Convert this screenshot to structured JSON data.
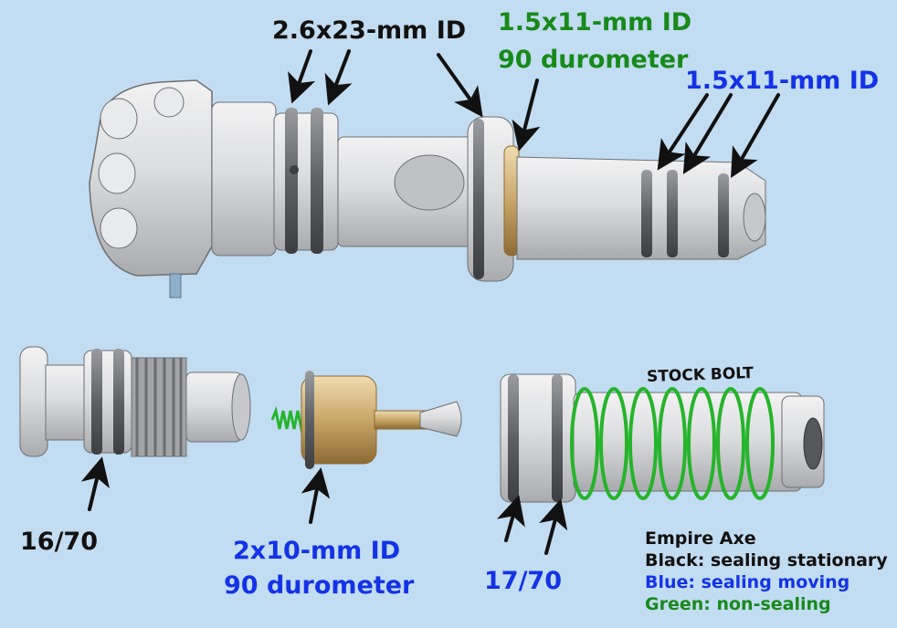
{
  "labels": {
    "top_black": "2.6x23-mm ID",
    "top_green_line1": "1.5x11-mm ID",
    "top_green_line2": "90 durometer",
    "top_blue": "1.5x11-mm ID",
    "left_black": "16/70",
    "mid_blue_line1": "2x10-mm ID",
    "mid_blue_line2": "90 durometer",
    "right_blue": "17/70",
    "stock_bolt": "STOCK BOLT"
  },
  "legend": {
    "title": "Empire Axe",
    "black": "Black: sealing stationary",
    "blue": "Blue: sealing moving",
    "green": "Green: non-sealing"
  },
  "colors": {
    "background": "#c2dcf2",
    "black_label": "#111111",
    "green_label": "#178a1a",
    "blue_label": "#1432e6",
    "part_metal": "#d9dadc",
    "brass": "#c9a76a",
    "spring": "#25b42a"
  }
}
